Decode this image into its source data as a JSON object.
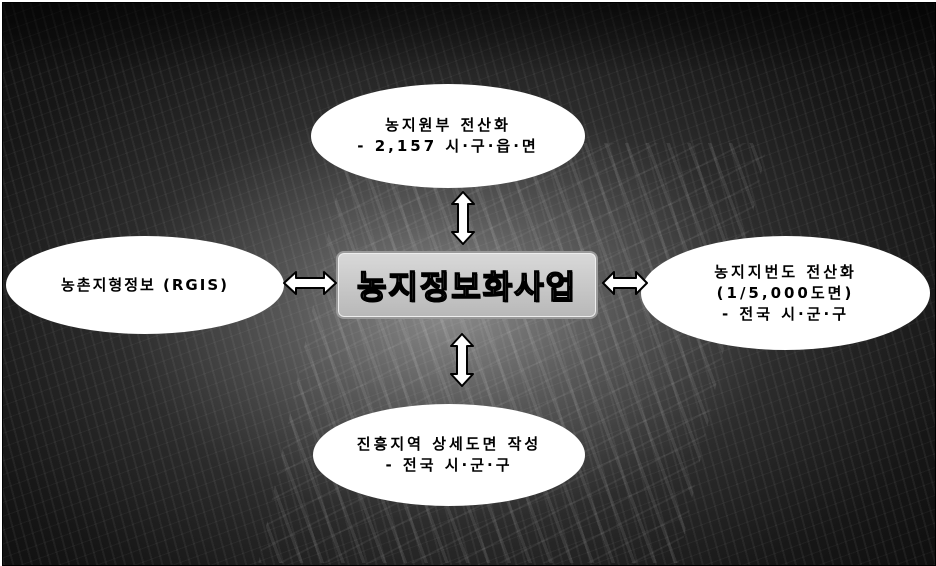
{
  "diagram": {
    "center": "농지정보화사업",
    "top": {
      "line1": "농지원부 전산화",
      "line2": "- 2,157 시·구·읍·면"
    },
    "left": {
      "line1": "농촌지형정보 (RGIS)"
    },
    "right": {
      "line1": "농지지번도 전산화",
      "line2": "(1/5,000도면)",
      "line3": "- 전국 시·군·구"
    },
    "bottom": {
      "line1": "진흥지역 상세도면 작성",
      "line2": "- 전국 시·군·구"
    }
  }
}
